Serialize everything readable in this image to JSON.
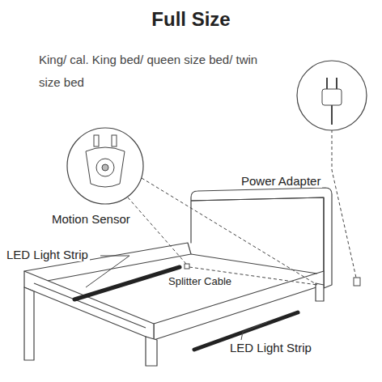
{
  "diagram": {
    "title": "Full Size",
    "caption": "King/ cal. King bed/ queen size bed/ twin size bed",
    "nodes": [
      {
        "text": [
          "Motion Sensor"
        ]
      },
      {
        "text": [
          "Power Adapter"
        ]
      }
    ],
    "labels": [
      "LED Light Strip",
      "Splitter Cable",
      "LED Light Strip"
    ]
  }
}
